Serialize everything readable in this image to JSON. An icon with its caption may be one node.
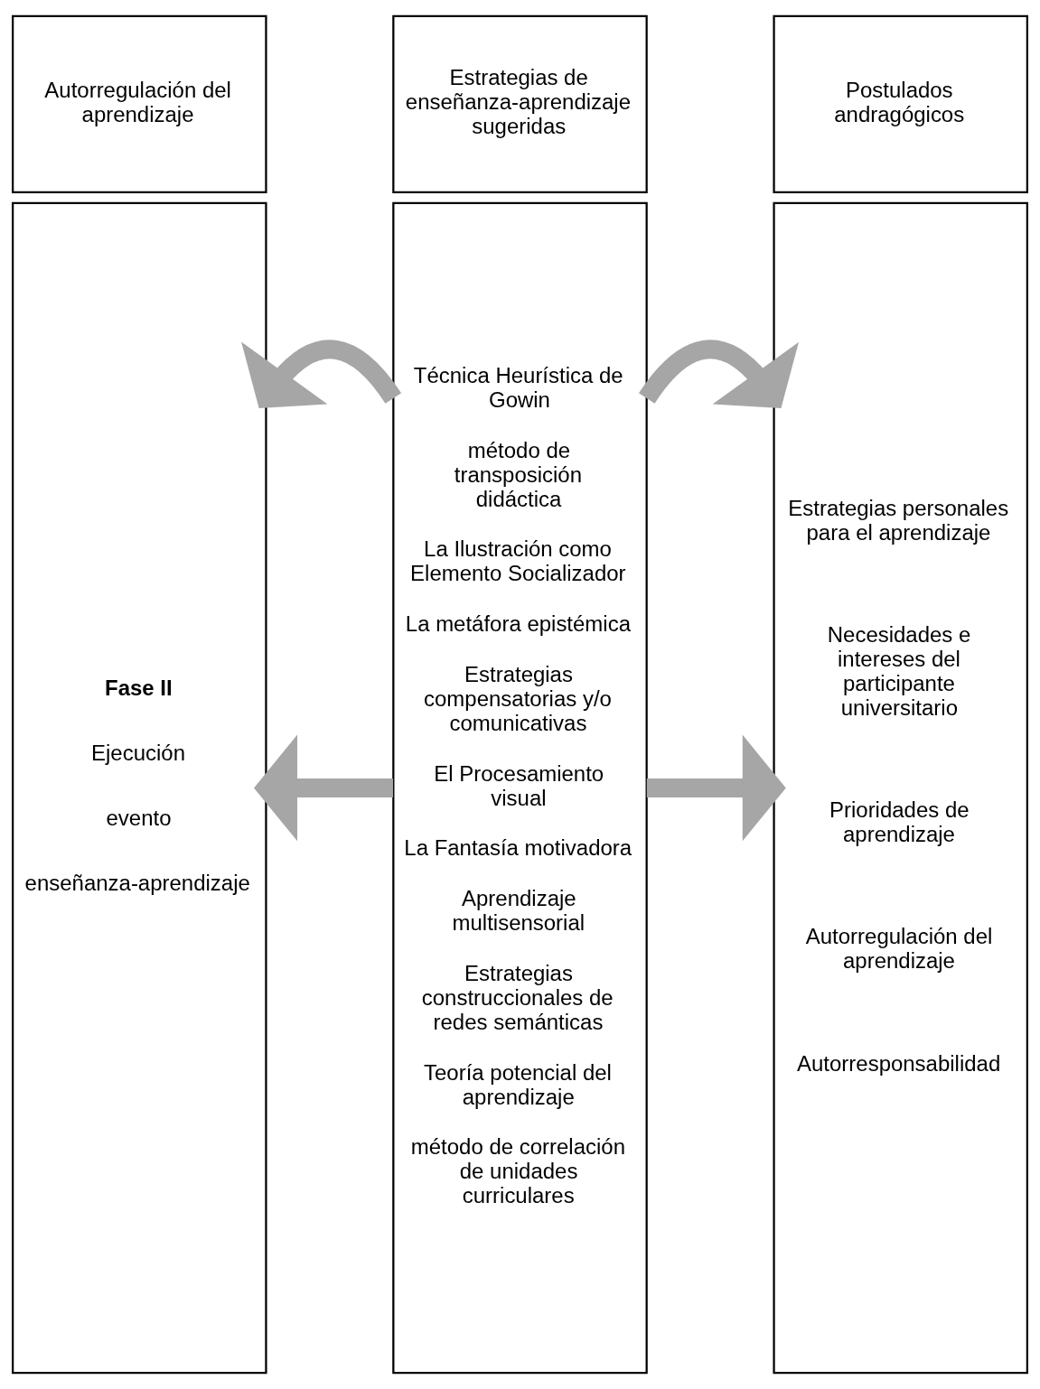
{
  "diagram": {
    "nodes": [
      {
        "text": [
          "Autorregulación del aprendizaje"
        ]
      },
      {
        "text": [
          "Fase II",
          "Ejecución",
          "evento",
          "enseñanza-aprendizaje"
        ]
      },
      {
        "text": [
          "Estrategias de enseñanza-aprendizaje sugeridas"
        ]
      },
      {
        "text": [
          "Técnica Heurística de Gowin",
          "método de transposición didáctica",
          "La Ilustración como Elemento Socializador",
          "La metáfora epistémica",
          "Estrategias compensatorias y/o comunicativas",
          "El Procesamiento visual",
          "La Fantasía motivadora",
          "Aprendizaje multisensorial",
          "Estrategias construccionales de redes semánticas",
          "Teoría potencial del aprendizaje",
          "método de correlación de unidades curriculares"
        ]
      },
      {
        "text": [
          "Postulados andragógicos"
        ]
      },
      {
        "text": [
          "Estrategias personales para el aprendizaje",
          "Necesidades e intereses del participante universitario",
          "Prioridades de aprendizaje",
          "Autorregulación del aprendizaje",
          "Autorresponsabilidad"
        ]
      }
    ],
    "edges": [
      {
        "from": 3,
        "to": 1,
        "arrow": "to"
      },
      {
        "from": 3,
        "to": 5,
        "arrow": "to"
      },
      {
        "from": 3,
        "to": 1,
        "arrow": "to"
      },
      {
        "from": 3,
        "to": 5,
        "arrow": "to"
      }
    ]
  }
}
